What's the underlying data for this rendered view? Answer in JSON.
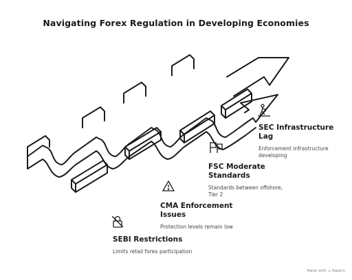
{
  "title": "Navigating Forex Regulation in Developing Economies",
  "steps": [
    {
      "name_line1": "SEBI Restrictions",
      "name_line2": "",
      "desc_line1": "Limits retail forex participation",
      "desc_line2": "",
      "icon": "no-entry-lock-icon"
    },
    {
      "name_line1": "CMA Enforcement",
      "name_line2": "Issues",
      "desc_line1": "Protection levels remain low",
      "desc_line2": "",
      "icon": "warning-triangle-icon"
    },
    {
      "name_line1": "FSC Moderate",
      "name_line2": "Standards",
      "desc_line1": "Standards between offshore,",
      "desc_line2": "Tier 2",
      "icon": "flags-icon"
    },
    {
      "name_line1": "SEC Infrastructure",
      "name_line2": "Lag",
      "desc_line1": "Enforcement infrastructure",
      "desc_line2": "developing",
      "icon": "construction-worker-icon"
    }
  ],
  "footer": "Made with ↘ Napkin"
}
